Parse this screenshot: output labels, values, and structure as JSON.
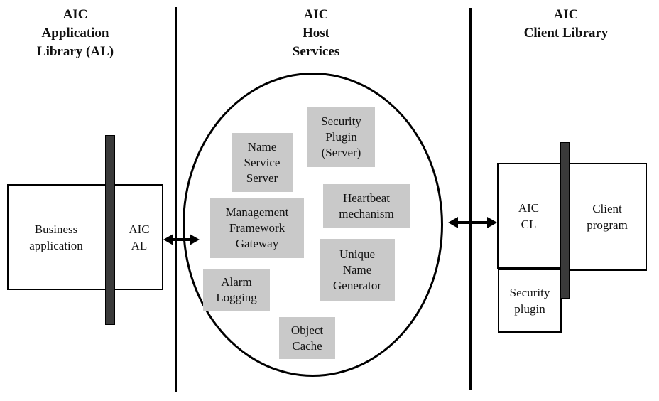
{
  "diagram": {
    "sections": {
      "application_library": {
        "title": "AIC\nApplication\nLibrary (AL)",
        "business_application_label": "Business\napplication",
        "aic_al_label": "AIC\nAL"
      },
      "host_services": {
        "title": "AIC\nHost\nServices",
        "components": [
          {
            "label": "Name\nService\nServer"
          },
          {
            "label": "Security\nPlugin\n(Server)"
          },
          {
            "label": "Management\nFramework\nGateway"
          },
          {
            "label": "Heartbeat\nmechanism"
          },
          {
            "label": "Unique\nName\nGenerator"
          },
          {
            "label": "Alarm\nLogging"
          },
          {
            "label": "Object\nCache"
          }
        ]
      },
      "client_library": {
        "title": "AIC\nClient Library",
        "aic_cl_label": "AIC\nCL",
        "client_program_label": "Client\nprogram",
        "security_plugin_label": "Security\nplugin"
      }
    },
    "colors": {
      "component_fill": "#c9c9c9",
      "bar_fill": "#3a3a3a",
      "line": "#000000",
      "background": "#ffffff"
    }
  }
}
